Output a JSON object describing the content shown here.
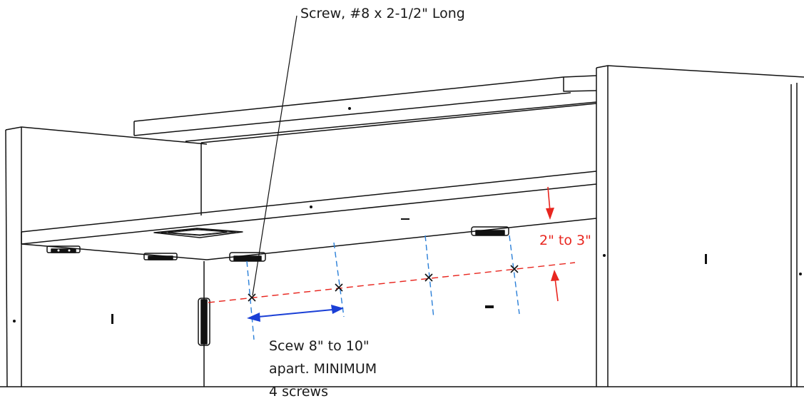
{
  "labels": {
    "screw_callout": "Screw, #8 x 2-1/2\" Long",
    "dimension": "2\" to 3\"",
    "spacing_line1": "Scew 8\" to 10\"",
    "spacing_line2": "apart. MINIMUM",
    "spacing_line3": "4 screws"
  },
  "colors": {
    "linework": "#111111",
    "dimension_red": "#e8261f",
    "centerline_blue": "#2a7fd8",
    "spacing_arrow": "#1a3fd6"
  },
  "screw_count": 4
}
